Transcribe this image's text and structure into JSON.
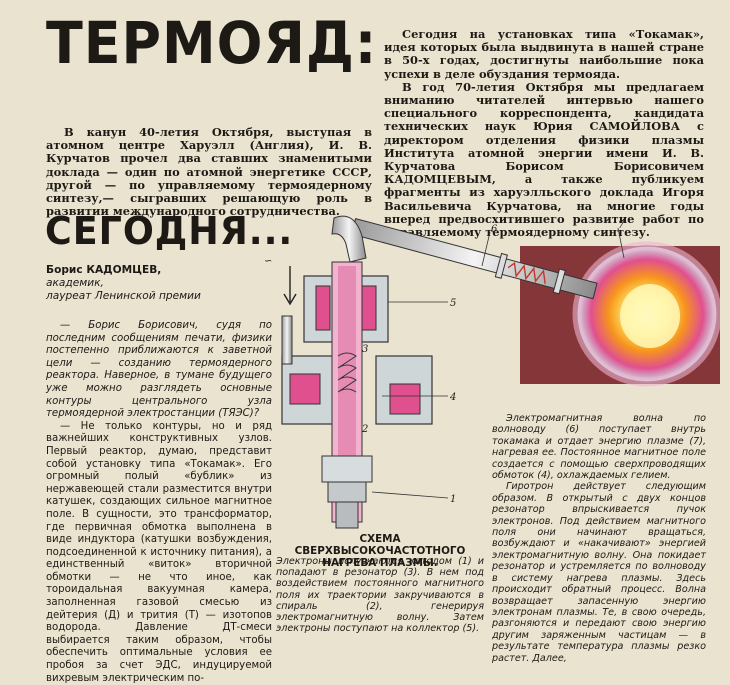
{
  "headline": "ТЕРМОЯД:",
  "subheadline": "СЕГОДНЯ...",
  "intro": "В канун 40-летия Октября, выступая в атомном центре Харуэлл (Англия), И. В. Курчатов прочел два ставших знаменитыми доклада — один по атомной энергетике СССР, другой — по управляемому термоядерному синтезу,— сыгравших решающую роль в развитии международного сотрудничества.",
  "right_paragraphs": [
    "Сегодня на установках типа «Токамак», идея которых была выдвинута в нашей стране в 50-х годах, достигнуты наибольшие пока успехи в деле обуздания термояда.",
    "В год 70-летия Октября мы предлагаем вниманию читателей интервью нашего специального корреспондента, кандидата технических наук Юрия САМОЙЛОВА с директором отделения физики плазмы Института атомной энергии имени И. В. Курчатова Борисом Борисовичем КАДОМЦЕВЫМ, а также публикуем фрагменты из харуэлльского доклада Игоря Васильевича Курчатова, на многие годы вперед предвосхитившего развитие работ по управляемому термоядерному синтезу."
  ],
  "author": {
    "name": "Борис КАДОМЦЕВ,",
    "title": "академик,",
    "award": "лауреат Ленинской премии"
  },
  "interview": {
    "question": "— Борис Борисович, судя по последним сообщениям печати, физики постепенно приближаются к заветной цели — созданию термоядерного реактора. Наверное, в тумане будущего уже можно разглядеть основные контуры центрального узла термоядерной электростанции (ТЯЭС)?",
    "answer": "— Не только контуры, но и ряд важнейших конструктивных узлов. Первый реактор, думаю, представит собой установку типа «Токамак». Его огромный полый «бублик» из нержавеющей стали разместится внутри катушек, создающих сильное магнитное поле. В сущности, это трансформатор, где первичная обмотка выполнена в виде индуктора (катушки возбуждения, подсоединенной к источнику питания), а единственный «виток» вторичной обмотки — не что иное, как тороидальная вакуумная камера, заполненная газовой смесью из дейтерия (Д) и трития (Т) — изотопов водорода. Давление ДТ-смеси выбирается таким образом, чтобы обеспечить оптимальные условия ее пробоя за счет ЭДС, индуцируемой вихревым электрическим по-"
  },
  "caption": {
    "title": "СХЕМА СВЕРХВЫСОКОЧАСТОТНОГО НАГРЕВА ПЛАЗМЫ.",
    "body": "Электроны испускаются катодом (1) и попадают в резонатор (3). В нем под воздействием постоянного магнитного поля их траектории закручиваются в спираль (2), генерируя электромагнитную волну. Затем электроны поступают на коллектор (5)."
  },
  "explanation": [
    "Электромагнитная волна по волноводу (6) поступает внутрь токамака и отдает энергию плазме (7), нагревая ее. Постоянное магнитное поле создается с помощью сверхпроводящих обмоток (4), охлаждаемых гелием.",
    "Гиротрон действует следующим образом. В открытый с двух концов резонатор впрыскивается пучок электронов. Под действием магнитного поля они начинают вращаться, возбуждают и «накачивают» энергией электромагнитную волну. Она покидает резонатор и устремляется по волноводу в систему нагрева плазмы. Здесь происходит обратный процесс. Волна возвращает запасенную энергию электронам плазмы. Те, в свою очередь, разгоняются и передают свою энергию другим заряженным частицам — в результате температура плазмы резко растет. Далее,"
  ],
  "diagram_labels": {
    "l1": "1",
    "l2": "2",
    "l3": "3",
    "l4": "4",
    "l5": "5",
    "l6": "6",
    "l7": "7"
  },
  "colors": {
    "paper": "#eae3cf",
    "ink": "#1d1a16",
    "magenta": "#e0508f",
    "pink": "#f2b3cf",
    "cyan": "#c8dfe6",
    "orange": "#f7941d",
    "yellow": "#fff06a",
    "dark_red": "#7a2228"
  }
}
